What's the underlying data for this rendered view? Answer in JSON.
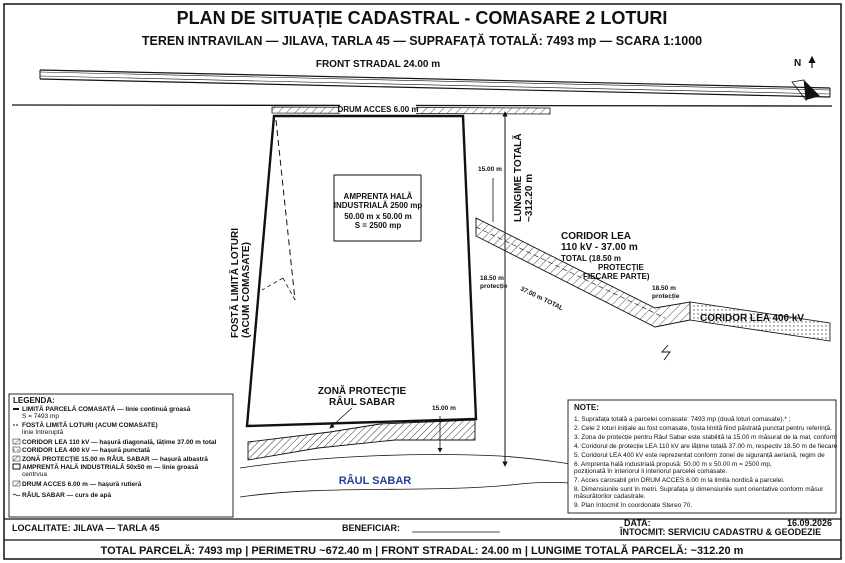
{
  "title": "PLAN DE SITUAȚIE CADASTRAL - COMASARE 2 LOTURI",
  "subtitle": "TEREN INTRAVILAN — JILAVA, TARLA 45 — SUPRAFAȚĂ TOTALĂ: 7493 mp — SCARA 1:1000",
  "north": "N",
  "road": {
    "front_label": "FRONT STRADAL 24.00 m",
    "access_label": "DRUM ACCES 6.00 m"
  },
  "hall": {
    "lines": [
      "AMPRENTA HALĂ",
      "INDUSTRIALĂ 2500 mp",
      "50.00 m x 50.00 m",
      "S = 2500 mp"
    ]
  },
  "old_limit": {
    "lines": [
      "FOSTĂ LIMITĂ LOTURI",
      "(ACUM COMASATE)"
    ]
  },
  "total_length": {
    "lines": [
      "LUNGIME TOTALĂ",
      "~312.20 m"
    ]
  },
  "dims": {
    "d15_top": "15.00 m",
    "d15_river": "15.00 m",
    "d1850_left": [
      "18.50 m",
      "protecție"
    ],
    "d1850_right": [
      "18.50 m",
      "protecție"
    ],
    "d37": "37.00 m TOTAL"
  },
  "corridor110": {
    "lines": [
      "CORIDOR LEA",
      "110 kV - 37.00 m",
      "TOTAL (18.50 m",
      "PROTECȚIE",
      "FIECARE PARTE)"
    ]
  },
  "corridor400": "CORIDOR LEA 400 kV",
  "river_zone": {
    "lines": [
      "ZONĂ PROTECȚIE",
      "RÂUL SABAR"
    ]
  },
  "river_name": "RÂUL SABAR",
  "legend": {
    "title": "LEGENDA:",
    "items": [
      {
        "text": "LIMITĂ PARCELĂ COMASATĂ — linie continuă groasă",
        "sub": "S = 7493 mp"
      },
      {
        "text": "FOSTĂ LIMITĂ LOTURI (ACUM COMASATE)",
        "sub": "linie întreruptă"
      },
      {
        "text": "CORIDOR LEA 110 kV — hașură diagonală, lățime 37.00 m total",
        "sub": ""
      },
      {
        "text": "CORIDOR LEA 400 kV — hașură punctată",
        "sub": ""
      },
      {
        "text": "ZONĂ PROTECȚIE 15.00 m RÂUL SABAR — hașură albastră",
        "sub": ""
      },
      {
        "text": "AMPRENTĂ HALĂ INDUSTRIALĂ 50x50 m — linie groasă",
        "sub": "centrvua"
      },
      {
        "text": "DRUM ACCES 6.00 m — hașură rutieră",
        "sub": ""
      },
      {
        "text": "RÂUL SABAR — curs de apă",
        "sub": ""
      }
    ]
  },
  "notes": {
    "title": "NOTE:",
    "items": [
      "1. Suprafața totală a parcelei comasate: 7493 mp (două loturi comasate).* ;",
      "2. Cele 2 loturi inițiale au fost comasate, fosta limită fiind păstrată punctat pentru referință.",
      "3. Zona de protecție pentru Râul Sabar este stabilită la 15.00 m măsurat de la mal, conform",
      "4. Coridorul de protecție LEA 110 kV are lățime totală 37.00 m, respectiv 18.50 m de fiecare",
      "5. Coridorul LEA 400 kV este reprezentat conform zonei de siguranță aeriană, regim de",
      "6. Amprenta hală industrială propusă: 50.00 m x 50.00 m = 2500 mp,",
      "poziționată în interiorul li interiorul parcelei comasate.",
      "7. Acces carosabil prin DRUM ACCES 6.00 m la limita nordică a parcelei.",
      "8. Dimensiunile sunt în metri. Suprafața și dimensiunile sunt orientative conform măsur",
      "măsurătorilor cadastrale.",
      "9. Plan întocmit în coordonate Stereo 70."
    ]
  },
  "footer": {
    "localitate": "LOCALITATE: JILAVA — TARLA 45",
    "beneficiar": "BENEFICIAR:",
    "data_label": "DATA:",
    "data_value": "16.09.2026",
    "intocmit": "ÎNTOCMIT: SERVICIU CADASTRU & GEODEZIE"
  },
  "bottom_line": "TOTAL PARCELĂ: 7493 mp | PERIMETRU ~672.40 m | FRONT STRADAL: 24.00 m | LUNGIME TOTALĂ PARCELĂ: ~312.20 m",
  "colors": {
    "ink": "#111111",
    "river": "#1f3f9a",
    "hatch": "#555555"
  }
}
